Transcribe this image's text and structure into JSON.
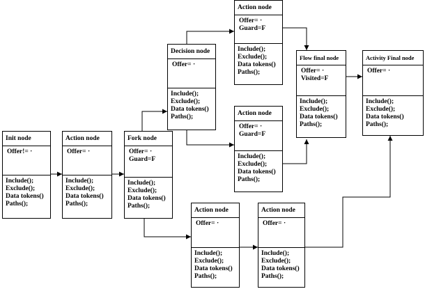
{
  "nodes": {
    "init": {
      "title": "Init node",
      "attrs": [
        "Offer!= ·"
      ],
      "ops": [
        "Include();",
        "Exclude();",
        "Data tokens()",
        "Paths();"
      ]
    },
    "action1": {
      "title": "Action node",
      "attrs": [
        "Offer= ·"
      ],
      "ops": [
        "Include();",
        "Exclude();",
        "Data tokens()",
        "Paths();"
      ]
    },
    "fork": {
      "title": "Fork node",
      "attrs": [
        "Offer= ·",
        "Guard=F"
      ],
      "ops": [
        "Include();",
        "Exclude();",
        "Data tokens()",
        "Paths();"
      ]
    },
    "decision": {
      "title": "Decision node",
      "attrs": [
        "Offer= ·"
      ],
      "ops": [
        "Include();",
        "Exclude();",
        "Data tokens()",
        "Paths();"
      ]
    },
    "action_top": {
      "title": "Action node",
      "attrs": [
        "Offer= ·",
        "Guard=F"
      ],
      "ops": [
        "Include();",
        "Exclude();",
        "Data tokens()",
        "Paths();"
      ]
    },
    "action_mid": {
      "title": "Action node",
      "attrs": [
        "Offer= ·",
        "Guard=F"
      ],
      "ops": [
        "Include();",
        "Exclude();",
        "Data tokens()",
        "Paths();"
      ]
    },
    "flow_final": {
      "title": "Flow final node",
      "attrs": [
        "Offer= ·",
        "Visited=F"
      ],
      "ops": [
        "Include();",
        "Exclude();",
        "Data tokens()",
        "Paths();"
      ]
    },
    "activity_final": {
      "title": "Activity Final node",
      "attrs": [
        "Offer= ·"
      ],
      "ops": [
        "Include();",
        "Exclude();",
        "Data tokens()",
        "Paths();"
      ]
    },
    "action_b1": {
      "title": "Action node",
      "attrs": [
        "Offer= ·"
      ],
      "ops": [
        "Include();",
        "Exclude();",
        "Data tokens()",
        "Paths();"
      ]
    },
    "action_b2": {
      "title": "Action node",
      "attrs": [
        "Offer= ·"
      ],
      "ops": [
        "Include();",
        "Exclude();",
        "Data tokens()",
        "Paths();"
      ]
    }
  },
  "edges": [
    {
      "from": "init",
      "to": "action1"
    },
    {
      "from": "action1",
      "to": "fork"
    },
    {
      "from": "fork",
      "to": "decision"
    },
    {
      "from": "fork",
      "to": "action_b1"
    },
    {
      "from": "decision",
      "to": "action_top"
    },
    {
      "from": "decision",
      "to": "action_mid"
    },
    {
      "from": "action_top",
      "to": "flow_final"
    },
    {
      "from": "action_mid",
      "to": "flow_final"
    },
    {
      "from": "flow_final",
      "to": "activity_final"
    },
    {
      "from": "action_b1",
      "to": "action_b2"
    },
    {
      "from": "action_b2",
      "to": "activity_final"
    }
  ]
}
